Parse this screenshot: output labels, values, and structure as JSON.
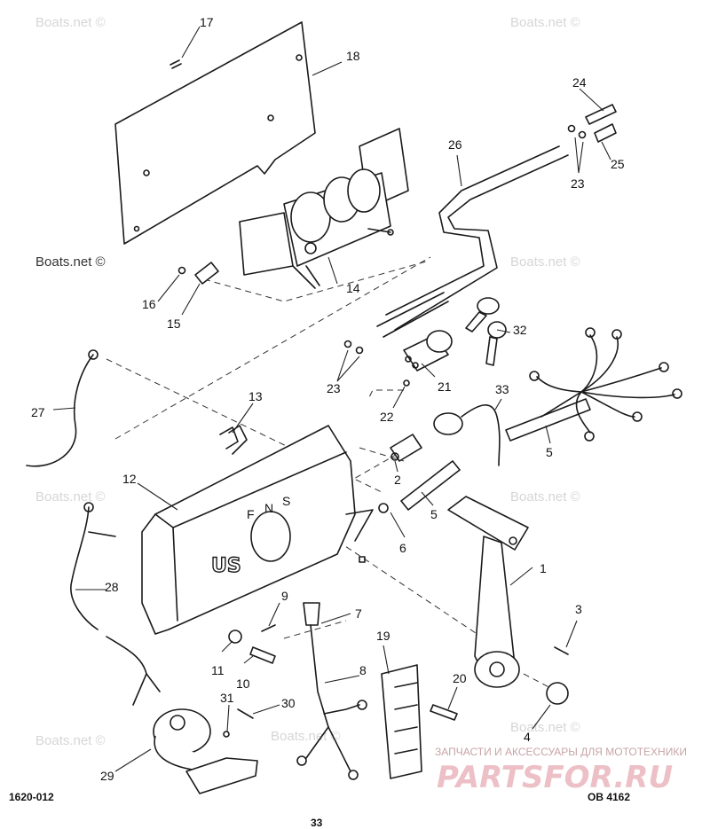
{
  "watermarks": [
    "Boats.net ©",
    "Boats.net ©",
    "Boats.net ©",
    "Boats.net ©",
    "Boats.net ©",
    "Boats.net ©",
    "Boats.net ©",
    "Boats.net ©"
  ],
  "brand": {
    "tagline": "ЗАПЧАСТИ И АКСЕССУАРЫ ДЛЯ МОТОТЕХНИКИ",
    "logo": "PARTSFOR.RU"
  },
  "footer": {
    "left_code": "1620-012",
    "right_code": "OB 4162",
    "page": "33"
  },
  "housing_letters": [
    "F",
    "N",
    "S"
  ],
  "housing_badge": "US",
  "callouts": [
    "17",
    "18",
    "24",
    "26",
    "23",
    "25",
    "16",
    "14",
    "15",
    "32",
    "27",
    "23",
    "21",
    "13",
    "33",
    "22",
    "12",
    "2",
    "5",
    "5",
    "6",
    "1",
    "28",
    "9",
    "7",
    "3",
    "11",
    "10",
    "8",
    "19",
    "20",
    "31",
    "30",
    "4",
    "29"
  ]
}
